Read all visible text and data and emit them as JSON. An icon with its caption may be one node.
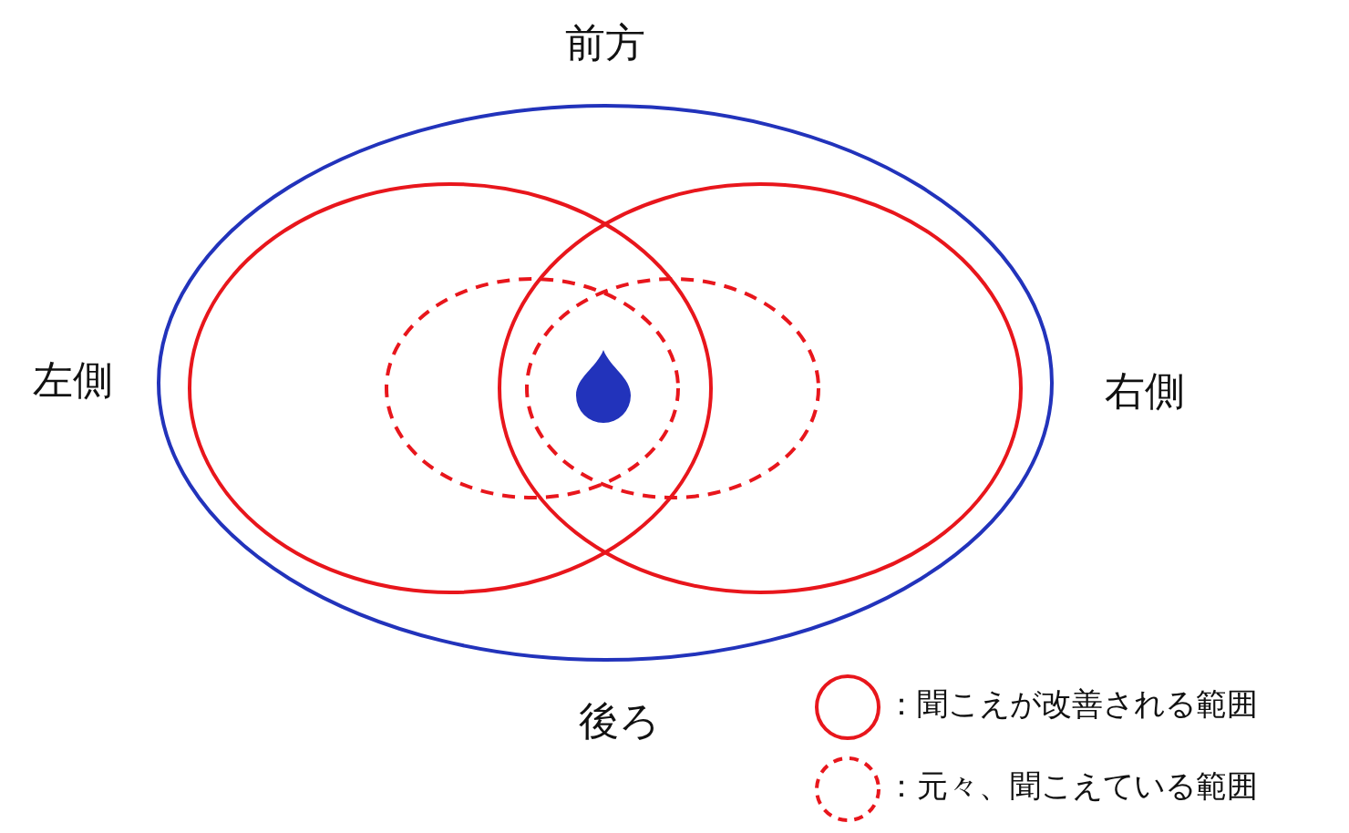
{
  "diagram": {
    "labels": [
      "前方",
      "左側",
      "右側",
      "後ろ"
    ],
    "legend": [
      {
        "text": "：聞こえが改善される範囲"
      },
      {
        "text": "：元々、聞こえている範囲"
      }
    ]
  }
}
